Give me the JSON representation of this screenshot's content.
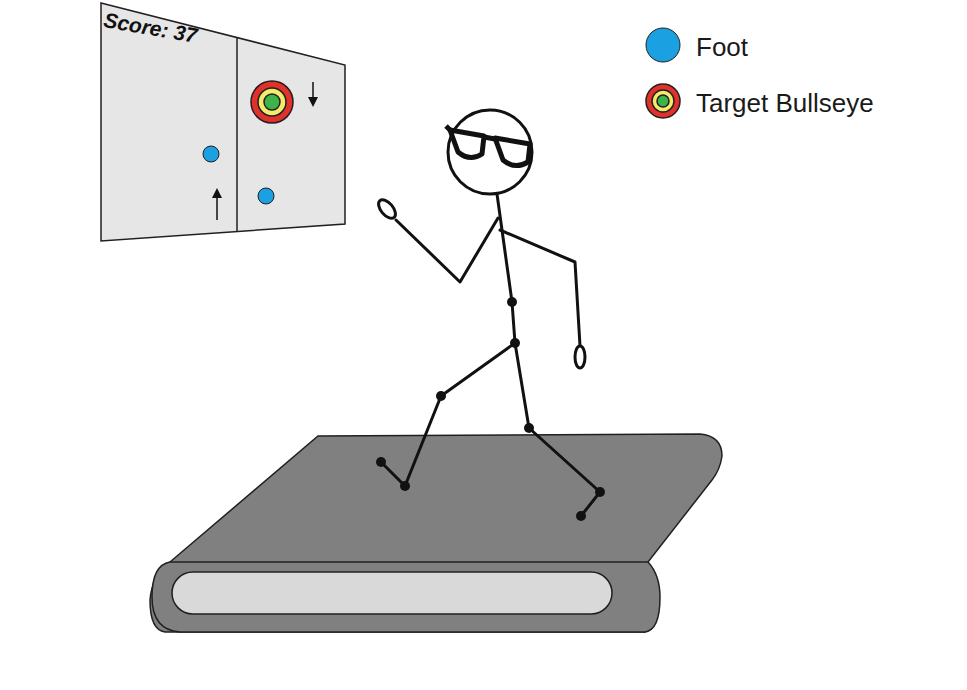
{
  "diagram": {
    "nodes": [
      {
        "text": [
          "Score: 37"
        ]
      }
    ],
    "legend": [
      {
        "text": "Foot",
        "color": "#1ba1e2"
      },
      {
        "text": "Target Bullseye"
      }
    ]
  }
}
